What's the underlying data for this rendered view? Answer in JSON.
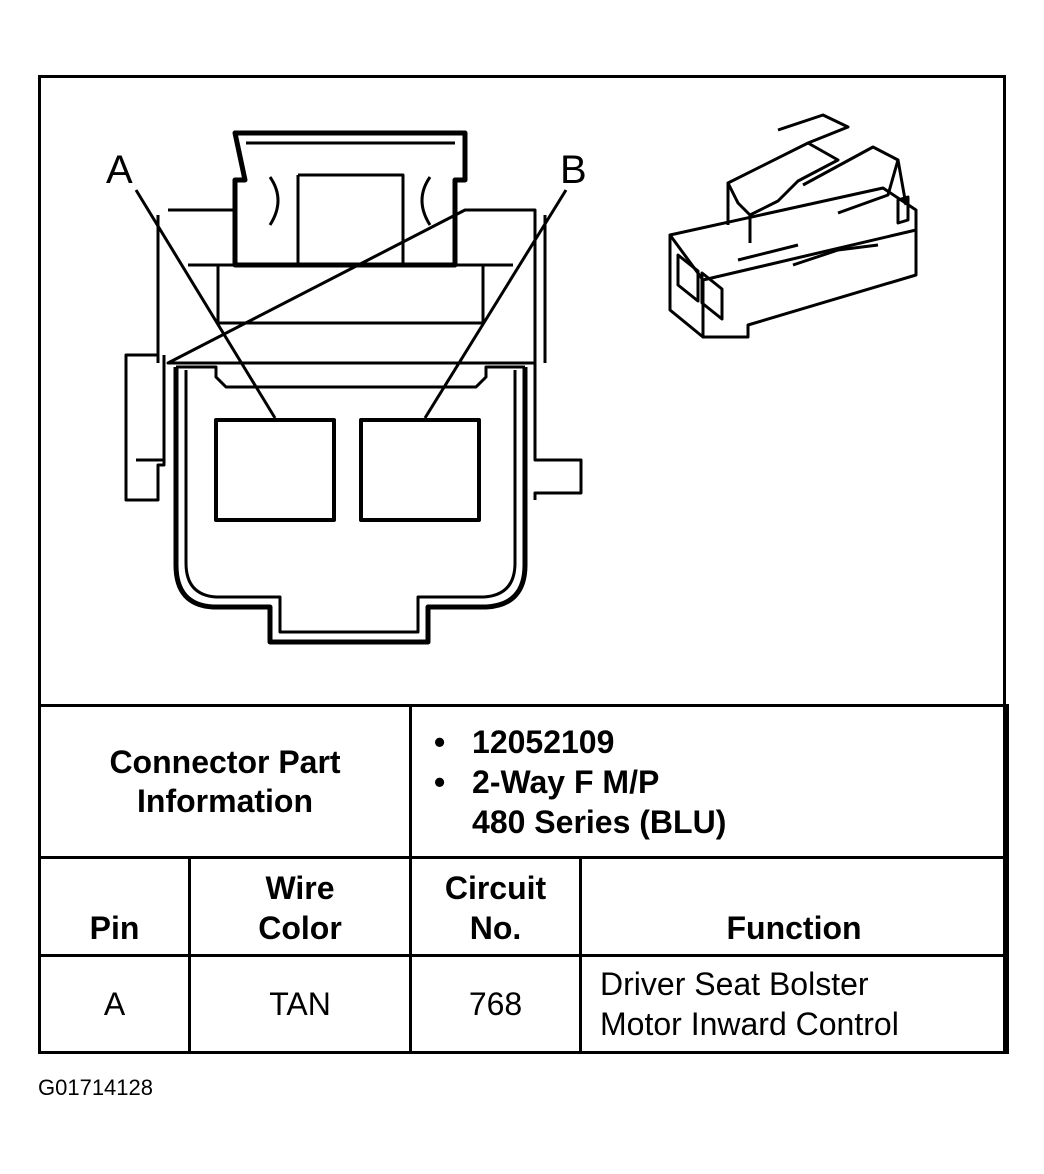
{
  "diagram": {
    "pin_labels": [
      "A",
      "B"
    ]
  },
  "info": {
    "part_label": [
      "Connector Part",
      "Information"
    ],
    "part_values": {
      "part_number": "12052109",
      "description_line1": "2-Way F M/P",
      "description_line2": "480 Series (BLU)"
    }
  },
  "pin_table": {
    "headers": {
      "pin": "Pin",
      "wire_color": [
        "Wire",
        "Color"
      ],
      "circuit": [
        "Circuit",
        "No."
      ],
      "function": "Function"
    },
    "rows": [
      {
        "pin": "A",
        "wire_color": "TAN",
        "circuit": "768",
        "function": [
          "Driver Seat Bolster",
          "Motor Inward Control"
        ]
      }
    ]
  },
  "figure_id": "G01714128"
}
